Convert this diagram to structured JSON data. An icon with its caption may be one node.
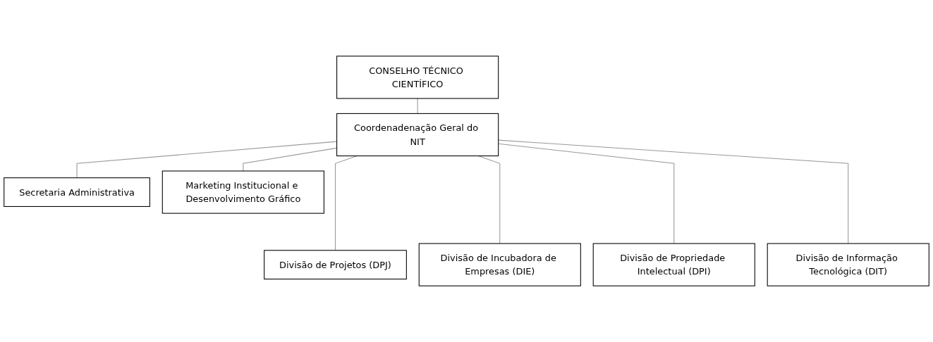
{
  "diagram": {
    "nodes": [
      {
        "text": [
          "CONSELHO TÉCNICO CIENTÍFICO"
        ]
      },
      {
        "text": [
          "Coordenadenação Geral do NIT"
        ]
      },
      {
        "text": [
          "Secretaria Administrativa"
        ]
      },
      {
        "text": [
          "Marketing Institucional e Desenvolvimento Gráfico"
        ]
      },
      {
        "text": [
          "Divisão de Projetos (DPJ)"
        ]
      },
      {
        "text": [
          "Divisão de Incubadora de Empresas (DIE)"
        ]
      },
      {
        "text": [
          "Divisão de Propriedade Intelectual (DPI)"
        ]
      },
      {
        "text": [
          "Divisão de Informação Tecnológica (DIT)"
        ]
      }
    ],
    "edges": [
      {
        "from": 0,
        "to": 1,
        "arrow": "none"
      },
      {
        "from": 1,
        "to": 2,
        "arrow": "none"
      },
      {
        "from": 1,
        "to": 3,
        "arrow": "none"
      },
      {
        "from": 1,
        "to": 4,
        "arrow": "none"
      },
      {
        "from": 1,
        "to": 5,
        "arrow": "none"
      },
      {
        "from": 1,
        "to": 6,
        "arrow": "none"
      },
      {
        "from": 1,
        "to": 7,
        "arrow": "none"
      }
    ]
  }
}
